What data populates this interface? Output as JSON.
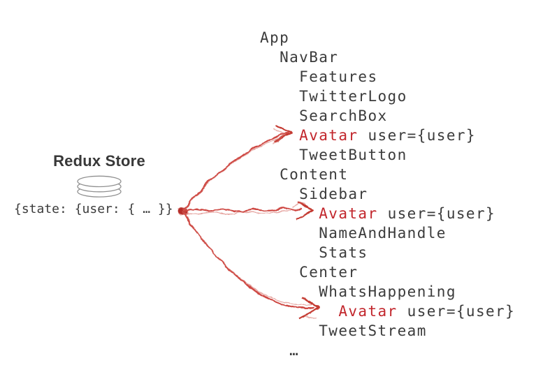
{
  "store": {
    "title": "Redux Store",
    "icon": "database-cylinder-icon",
    "state_text": "{state: {user: { … }}"
  },
  "tree": {
    "lines": [
      {
        "indent": 0,
        "name": "App"
      },
      {
        "indent": 1,
        "name": "NavBar"
      },
      {
        "indent": 2,
        "name": "Features"
      },
      {
        "indent": 2,
        "name": "TwitterLogo"
      },
      {
        "indent": 2,
        "name": "SearchBox"
      },
      {
        "indent": 2,
        "name": "Avatar",
        "props": "user={user}",
        "highlight": true
      },
      {
        "indent": 2,
        "name": "TweetButton"
      },
      {
        "indent": 1,
        "name": "Content"
      },
      {
        "indent": 2,
        "name": "Sidebar"
      },
      {
        "indent": 3,
        "name": "Avatar",
        "props": "user={user}",
        "highlight": true
      },
      {
        "indent": 3,
        "name": "NameAndHandle"
      },
      {
        "indent": 3,
        "name": "Stats"
      },
      {
        "indent": 2,
        "name": "Center"
      },
      {
        "indent": 3,
        "name": "WhatsHappening"
      },
      {
        "indent": 4,
        "name": "Avatar",
        "props": "user={user}",
        "highlight": true
      },
      {
        "indent": 3,
        "name": "TweetStream"
      },
      {
        "indent": 1.5,
        "name": "…"
      }
    ]
  },
  "arrows": {
    "style": "hand-drawn-scribble",
    "connections": [
      {
        "from": "redux-store-state",
        "to": "avatar-in-navbar"
      },
      {
        "from": "redux-store-state",
        "to": "avatar-in-sidebar"
      },
      {
        "from": "redux-store-state",
        "to": "avatar-in-whatshappening"
      }
    ]
  },
  "colors": {
    "background": "#ffffff",
    "tree_text": "#3b3b3b",
    "avatar_highlight": "#c2272d",
    "arrow_red": "#ce4742",
    "store_title": "#383838",
    "db_icon_stroke": "#909090"
  }
}
